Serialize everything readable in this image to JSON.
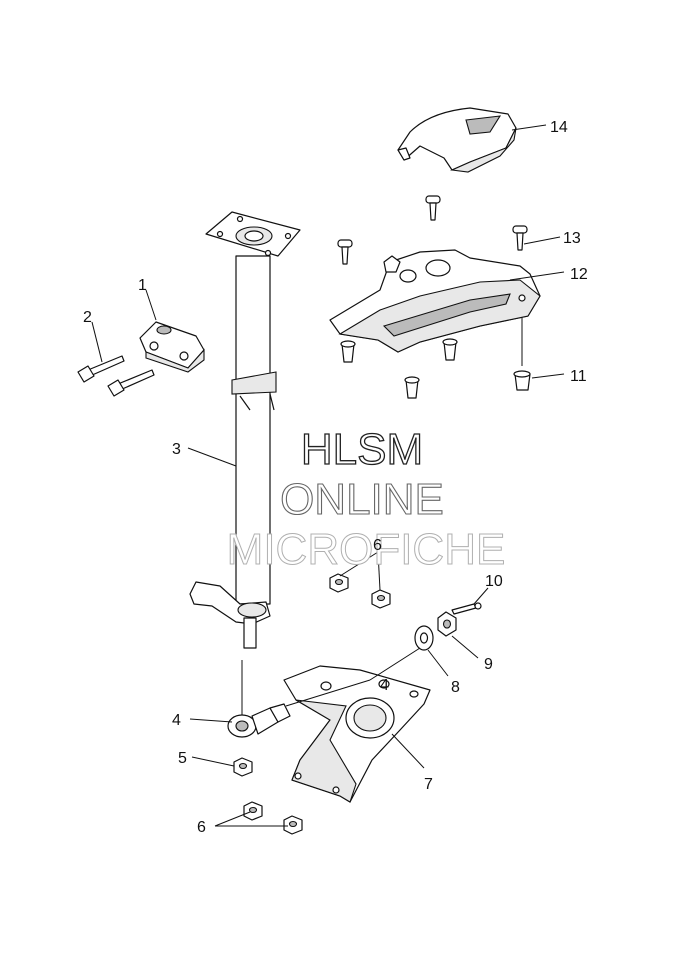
{
  "watermark": {
    "line1": "HLSM",
    "line2": "ONLINE",
    "line3": "MICROFICHE"
  },
  "callouts": {
    "c1": "1",
    "c2": "2",
    "c3": "3",
    "c4a": "4",
    "c4b": "4",
    "c5": "5",
    "c6a": "6",
    "c6b": "6",
    "c7": "7",
    "c8": "8",
    "c9": "9",
    "c10": "10",
    "c11": "11",
    "c12": "12",
    "c13": "13",
    "c14": "14"
  }
}
